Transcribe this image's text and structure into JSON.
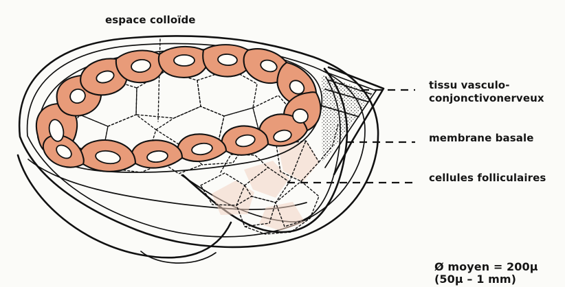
{
  "labels": {
    "colloid_space": "espace colloïde",
    "tissue_line_1": "tissu vasculo-",
    "tissue_line_2": "conjonctivonerveux",
    "basement_membrane": "membrane basale",
    "follicular_cells": "cellules folliculaires",
    "mean_diameter": "Ø moyen = 200μ",
    "range": "(50μ – 1 mm)"
  },
  "colors": {
    "cell_fill": "#e89b79",
    "ink": "#111111",
    "paper": "#fbfbf8"
  }
}
